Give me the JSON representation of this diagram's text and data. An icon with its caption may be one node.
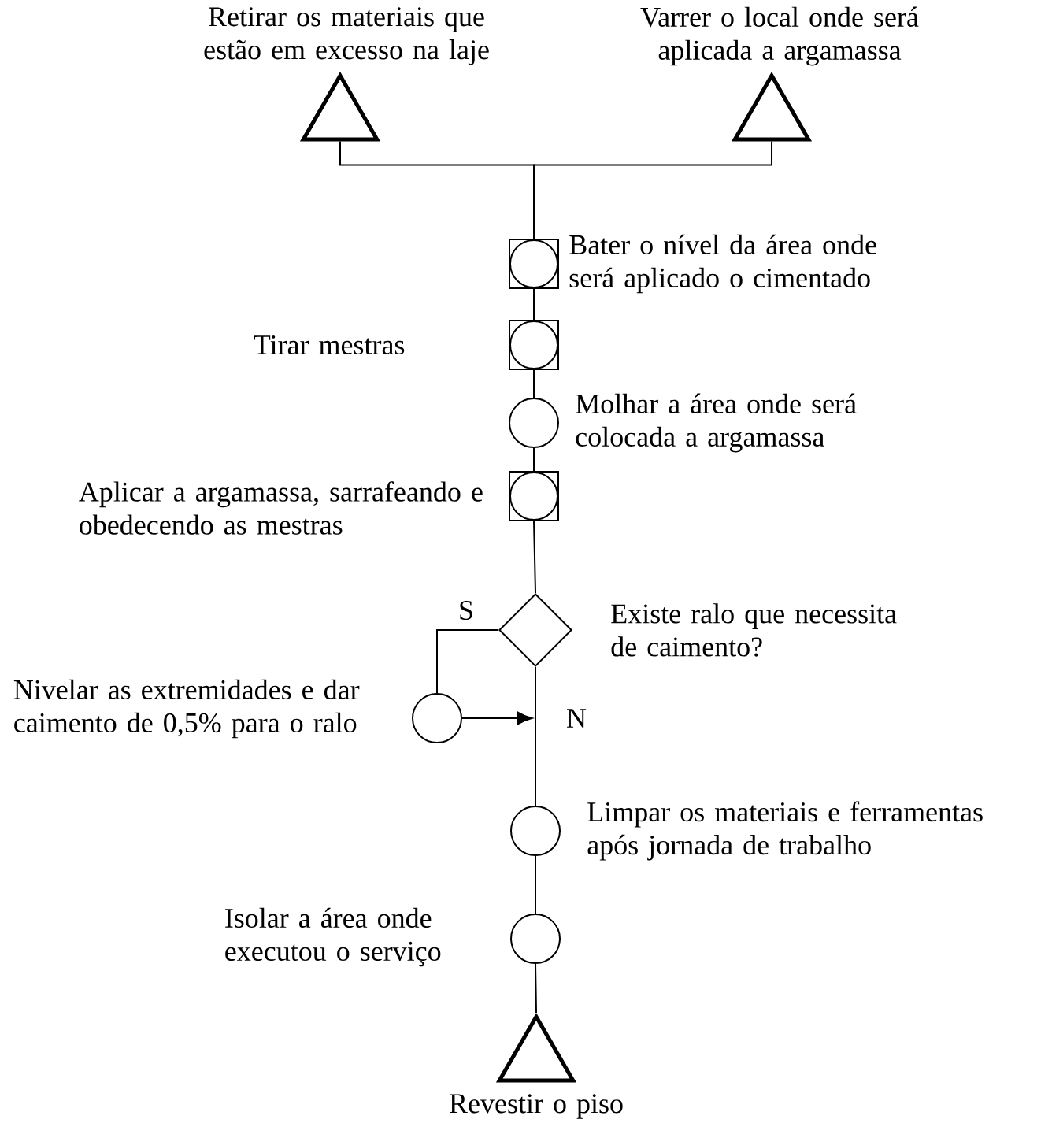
{
  "diagram": {
    "nodes": [
      {
        "text": [],
        "shape": "triangle",
        "beside": [
          "Retirar os materiais que estão em excesso na laje"
        ]
      },
      {
        "text": [],
        "shape": "triangle",
        "beside": [
          "Varrer o local onde será aplicada a argamassa"
        ]
      },
      {
        "text": [],
        "shape": "box",
        "beside": [
          "Bater o nível da área onde será aplicado o cimentado"
        ]
      },
      {
        "text": [],
        "shape": "box",
        "beside": [
          "Tirar mestras"
        ]
      },
      {
        "text": [],
        "shape": "circle",
        "beside": [
          "Molhar a área onde será colocada a argamassa"
        ]
      },
      {
        "text": [],
        "shape": "box",
        "beside": [
          "Aplicar a argamassa, sarrafeando e obedecendo as mestras"
        ]
      },
      {
        "text": [],
        "shape": "diamond",
        "beside": [
          "Existe ralo que necessita de caimento?"
        ]
      },
      {
        "text": [],
        "shape": "circle",
        "beside": [
          "Nivelar as extremidades e dar caimento de 0,5% para o ralo"
        ]
      },
      {
        "text": [],
        "shape": "circle",
        "beside": [
          "Limpar os materiais e ferramentas após jornada de trabalho"
        ]
      },
      {
        "text": [],
        "shape": "circle",
        "beside": [
          "Isolar a área onde executou o serviço"
        ]
      },
      {
        "text": [],
        "shape": "triangle",
        "beside": [
          "Revestir o piso"
        ]
      }
    ],
    "edges": [
      {
        "from": 0,
        "to": 2,
        "arrow": "none"
      },
      {
        "from": 1,
        "to": 2,
        "arrow": "none"
      },
      {
        "from": 2,
        "to": 3,
        "arrow": "none"
      },
      {
        "from": 3,
        "to": 4,
        "arrow": "none"
      },
      {
        "from": 4,
        "to": 5,
        "arrow": "none"
      },
      {
        "from": 5,
        "to": 6,
        "arrow": "none"
      },
      {
        "from": 6,
        "to": 7,
        "arrow": "none",
        "label": "S"
      },
      {
        "from": 7,
        "to": null,
        "arrow": "to"
      },
      {
        "from": 6,
        "to": 8,
        "arrow": "none",
        "label": "N"
      },
      {
        "from": 8,
        "to": 9,
        "arrow": "none"
      },
      {
        "from": 9,
        "to": 10,
        "arrow": "none"
      }
    ]
  }
}
